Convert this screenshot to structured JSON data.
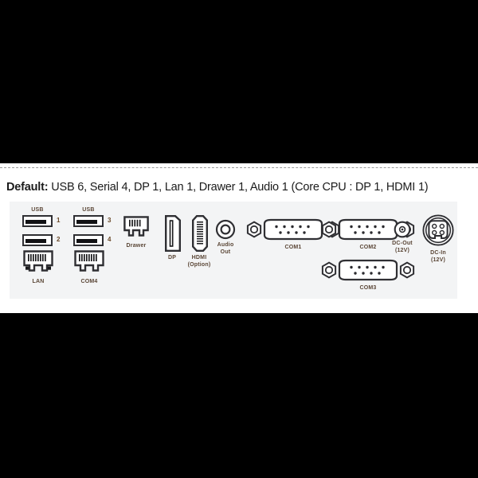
{
  "heading": {
    "label_bold": "Default:",
    "label_rest": " USB 6, Serial 4, DP 1, Lan 1, Drawer 1,  Audio 1 (Core CPU : DP 1, HDMI 1)"
  },
  "colors": {
    "panel_bg": "#f3f4f5",
    "page_bg": "#ffffff",
    "frame": "#000000",
    "label_brown": "#5a4636",
    "index_brown": "#6b4a2a",
    "outline": "#2f2f33"
  },
  "panel": {
    "ports": [
      {
        "id": "usb1",
        "type": "usb",
        "group_label": "USB",
        "index": "1"
      },
      {
        "id": "usb2",
        "type": "usb",
        "group_label": "",
        "index": "2"
      },
      {
        "id": "usb3",
        "type": "usb",
        "group_label": "USB",
        "index": "3"
      },
      {
        "id": "usb4",
        "type": "usb",
        "group_label": "",
        "index": "4"
      },
      {
        "id": "lan",
        "type": "rj45",
        "label": "LAN"
      },
      {
        "id": "com4",
        "type": "rj45",
        "label": "COM4"
      },
      {
        "id": "drawer",
        "type": "rj11",
        "label": "Drawer"
      },
      {
        "id": "dp",
        "type": "dp",
        "label": "DP"
      },
      {
        "id": "hdmi",
        "type": "hdmi",
        "label": "HDMI\n(Option)",
        "label_line1": "HDMI",
        "label_line2": "(Option)"
      },
      {
        "id": "audio",
        "type": "jack",
        "label_line1": "Audio",
        "label_line2": "Out"
      },
      {
        "id": "com1",
        "type": "dsub9",
        "label": "COM1"
      },
      {
        "id": "com2",
        "type": "dsub9",
        "label": "COM2"
      },
      {
        "id": "com3",
        "type": "dsub9",
        "label": "COM3"
      },
      {
        "id": "dcout",
        "type": "barrel",
        "label_line1": "DC-Out",
        "label_line2": "(12V)"
      },
      {
        "id": "dcin",
        "type": "din4",
        "label_line1": "DC-In",
        "label_line2": "(12V)"
      }
    ]
  }
}
